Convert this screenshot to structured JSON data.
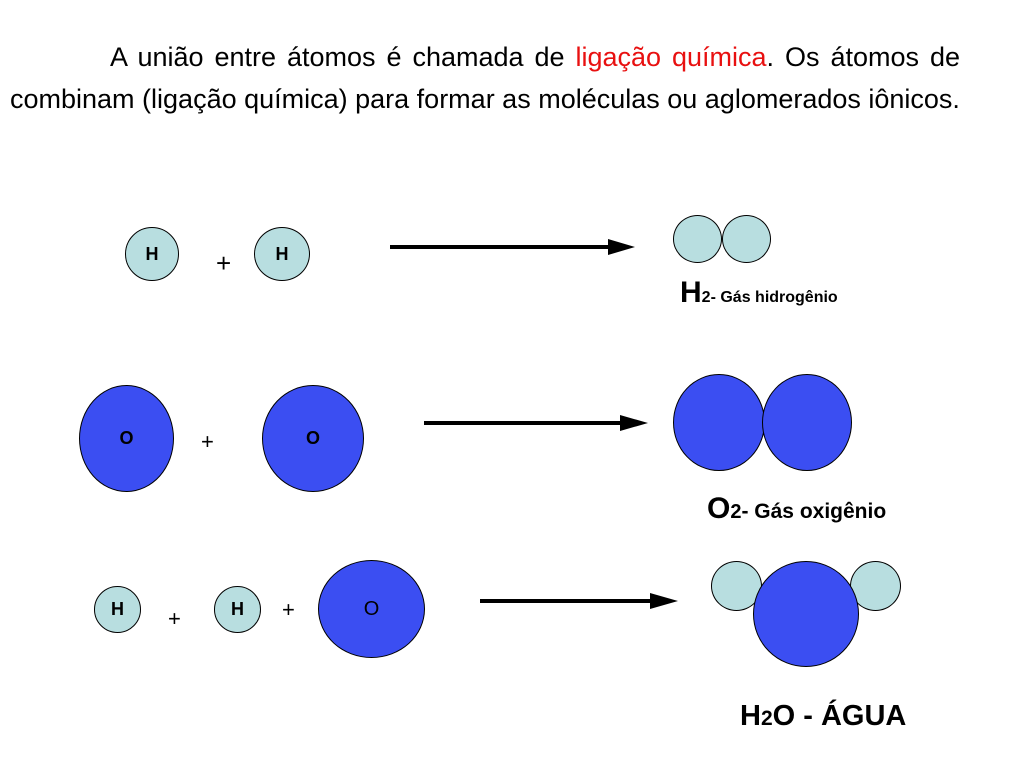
{
  "intro": {
    "part1": "A união entre átomos é chamada de ",
    "highlight": "ligação química",
    "part2": ". Os átomos de combinam (ligação química) para formar as moléculas ou aglomerados iônicos."
  },
  "reaction1": {
    "atom1": "H",
    "plus": "+",
    "atom2": "H",
    "caption_main": "H",
    "caption_sub": "2",
    "caption_rest": "- Gás hidrogênio"
  },
  "reaction2": {
    "atom1": "O",
    "plus": "+",
    "atom2": "O",
    "caption_main": "O",
    "caption_sub": "2",
    "caption_rest": "- Gás oxigênio"
  },
  "reaction3": {
    "atom1": "H",
    "plus1": "+",
    "atom2": "H",
    "plus2": "+",
    "atom3": "O",
    "caption_h": "H",
    "caption_sub": "2",
    "caption_rest": "O - ÁGUA"
  },
  "colors": {
    "hydrogen": "#b8dee0",
    "oxygen": "#3b4ef2",
    "highlight": "#e81010"
  }
}
